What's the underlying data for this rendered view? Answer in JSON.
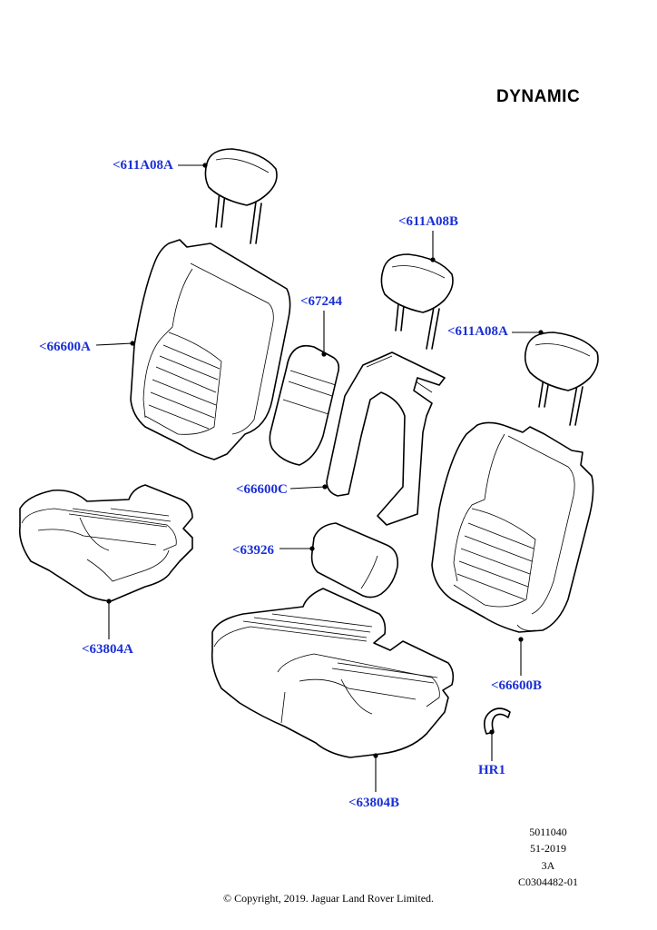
{
  "variant_label": "DYNAMIC",
  "callouts": {
    "headrest_a_top": "<611A08A",
    "headrest_b": "<611A08B",
    "headrest_a_right": "<611A08A",
    "cover_67244": "<67244",
    "backrest_left": "<66600A",
    "backrest_center": "<66600C",
    "armrest": "<63926",
    "cushion_left": "<63804A",
    "backrest_right": "<66600B",
    "cushion_center": "<63804B",
    "hog_ring": "HR1"
  },
  "meta": {
    "line1": "5011040",
    "line2": "51-2019",
    "line3": "3A",
    "line4": "C0304482-01"
  },
  "copyright": "© Copyright, 2019. Jaguar Land Rover Limited."
}
